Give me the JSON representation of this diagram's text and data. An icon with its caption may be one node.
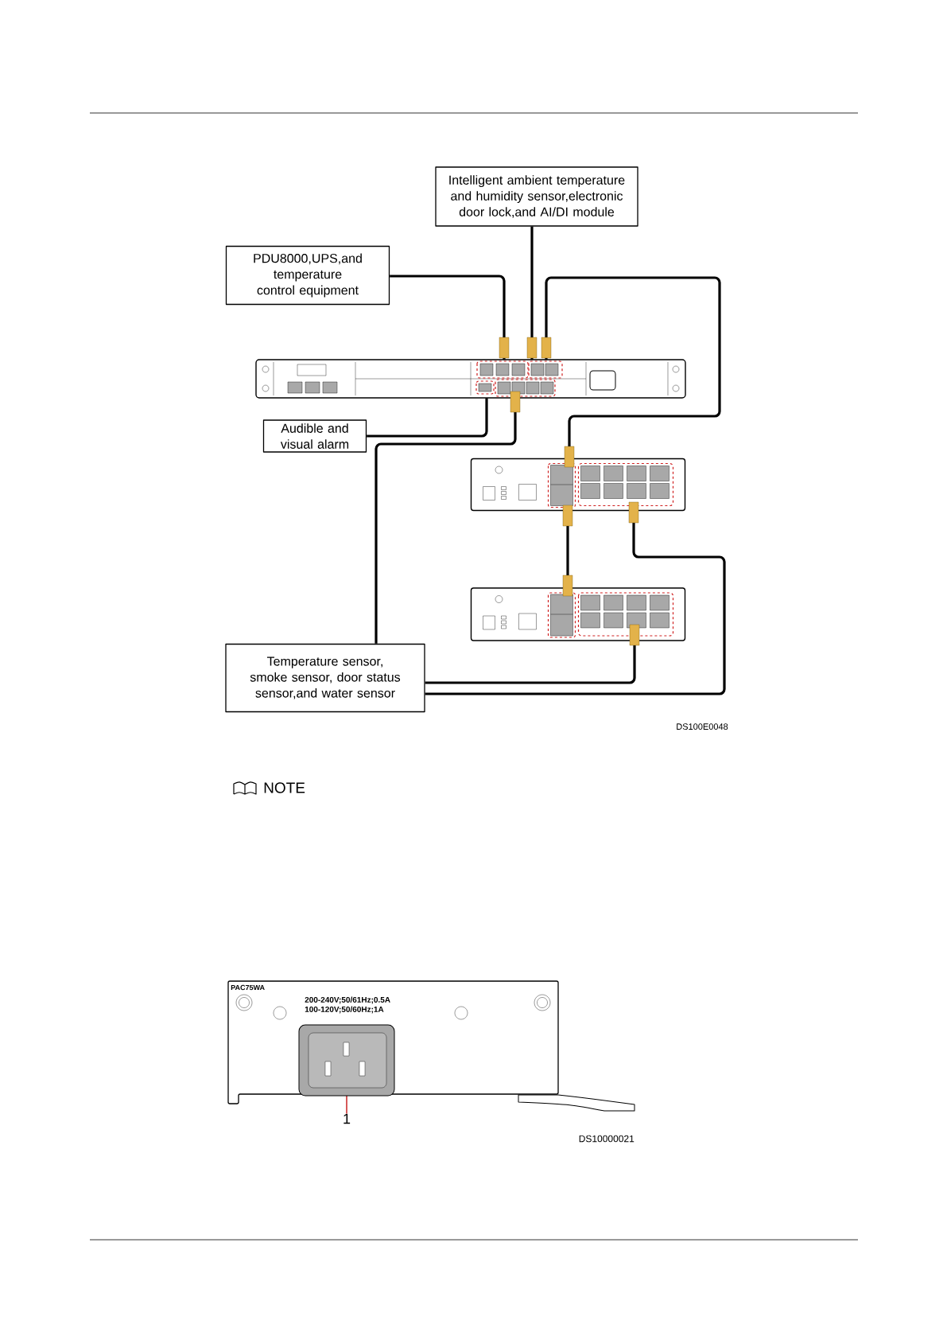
{
  "diagram": {
    "nodes": [
      {
        "text": [
          "Intelligent ambient temperature and humidity sensor,electronic door lock,and AI/DI module"
        ]
      },
      {
        "text": [
          "PDU8000,UPS,and temperature control equipment"
        ]
      },
      {
        "text": [
          "Audible and visual alarm"
        ]
      },
      {
        "text": [
          "Temperature sensor, smoke sensor, door status sensor,and water sensor"
        ]
      },
      {
        "text": [],
        "shape": "picture"
      },
      {
        "text": [],
        "shape": "picture"
      },
      {
        "text": [],
        "shape": "picture"
      },
      {
        "text": [
          "1"
        ]
      }
    ],
    "edges": [
      {
        "from": 0,
        "to": 4,
        "arrow": "none"
      },
      {
        "from": 1,
        "to": 4,
        "arrow": "none"
      },
      {
        "from": 4,
        "to": 5,
        "arrow": "none"
      },
      {
        "from": 2,
        "to": 4,
        "arrow": "none"
      },
      {
        "from": 3,
        "to": 4,
        "arrow": "none"
      },
      {
        "from": 5,
        "to": 6,
        "arrow": "none"
      },
      {
        "from": 3,
        "to": 6,
        "arrow": "none"
      },
      {
        "from": 3,
        "to": 5,
        "arrow": "none"
      },
      {
        "from": 7,
        "to": null,
        "arrow": "none",
        "color": "#c00000"
      }
    ],
    "labels": [
      "DS100E0048",
      "NOTE",
      "PAC75WA",
      "200-240V;50/61Hz;0.5A",
      "100-120V;50/60Hz;1A",
      "DS10000021"
    ]
  }
}
